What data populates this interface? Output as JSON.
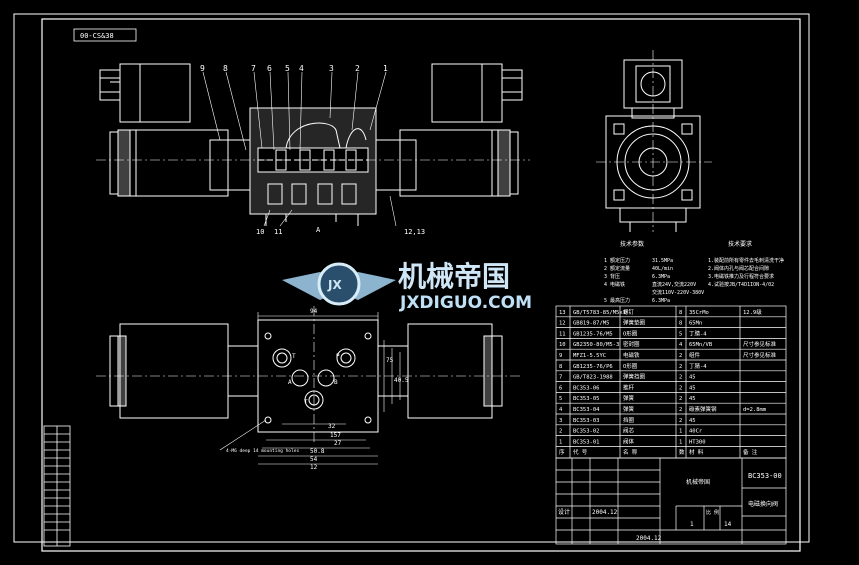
{
  "drawing_code_tag": "00-CS&38",
  "balloons": [
    "9",
    "8",
    "7",
    "6",
    "5",
    "4",
    "3",
    "2",
    "1"
  ],
  "lower_callouts": [
    "10",
    "11",
    "12,13"
  ],
  "section_mark": "A",
  "dims_plan": {
    "top": "94",
    "d1": "32",
    "d2": "75",
    "d3": "157",
    "d4": "27",
    "d5": "40.5",
    "d6": "50.8",
    "d7": "54",
    "d8": "12"
  },
  "port_labels": [
    "T",
    "P",
    "A",
    "B",
    "T"
  ],
  "tech_note": "4-M6 deep 14 mounting holes",
  "tech_req": {
    "headers": [
      "技术参数",
      "技术要求"
    ],
    "params": [
      {
        "k": "1 额定压力",
        "v": "31.5MPa"
      },
      {
        "k": "2 额定流量",
        "v": "40L/min"
      },
      {
        "k": "3 背压",
        "v": "6.3MPa"
      },
      {
        "k": "4 电磁铁",
        "v": "直流24V,交流220V"
      },
      {
        "k": "",
        "v": "交流110V-220V-380V"
      },
      {
        "k": "5 最高压力",
        "v": "6.3MPa"
      }
    ],
    "reqs": [
      "1.装配前所有零件去毛刺清洗干净",
      "2.阀体内孔与阀芯配合间隙",
      "3.电磁铁推力及行程符合要求",
      "4.试验按JB/T4D1ION-4/02"
    ]
  },
  "watermark": {
    "cn": "机械帝国",
    "en": "JXDIGUO.COM",
    "badge": "JX"
  },
  "bom": {
    "rows": [
      {
        "no": "13",
        "code": "GB/T5783-85/M5x1",
        "name": "螺钉",
        "qty": "8",
        "mat": "35CrMo",
        "note": "12.9级"
      },
      {
        "no": "12",
        "code": "GB819-87/M5",
        "name": "弹簧垫圈",
        "qty": "8",
        "mat": "65Mn",
        "note": ""
      },
      {
        "no": "11",
        "code": "GB1235-76/M5",
        "name": "O形圈",
        "qty": "5",
        "mat": "丁腈-4",
        "note": ""
      },
      {
        "no": "10",
        "code": "GB2350-80/M5-3",
        "name": "密封圈",
        "qty": "4",
        "mat": "65Mn/VB",
        "note": "尺寸参见标准"
      },
      {
        "no": "9",
        "code": "MFZ1-5.5YC",
        "name": "电磁铁",
        "qty": "2",
        "mat": "组件",
        "note": "尺寸参见标准"
      },
      {
        "no": "8",
        "code": "GB1235-76/P6",
        "name": "O形圈",
        "qty": "2",
        "mat": "丁腈-4",
        "note": ""
      },
      {
        "no": "7",
        "code": "GB/T823-1988",
        "name": "弹簧挡圈",
        "qty": "2",
        "mat": "45",
        "note": ""
      },
      {
        "no": "6",
        "code": "BC353-06",
        "name": "推杆",
        "qty": "2",
        "mat": "45",
        "note": ""
      },
      {
        "no": "5",
        "code": "BC353-05",
        "name": "弹簧",
        "qty": "2",
        "mat": "45",
        "note": ""
      },
      {
        "no": "4",
        "code": "BC353-04",
        "name": "弹簧",
        "qty": "2",
        "mat": "碳素弹簧钢",
        "note": "d=2.8mm"
      },
      {
        "no": "3",
        "code": "BC353-03",
        "name": "挡圈",
        "qty": "2",
        "mat": "45",
        "note": ""
      },
      {
        "no": "2",
        "code": "BC353-02",
        "name": "阀芯",
        "qty": "1",
        "mat": "40Cr",
        "note": ""
      },
      {
        "no": "1",
        "code": "BC353-01",
        "name": "阀体",
        "qty": "1",
        "mat": "HT300",
        "note": ""
      }
    ],
    "header": {
      "no": "序",
      "code": "代 号",
      "name": "名 称",
      "qty": "数",
      "mat": "材 料",
      "note": "备 注"
    }
  },
  "title_block": {
    "drawing_no": "BC353-00",
    "name": "电磁换向阀",
    "design_label": "设计",
    "date1": "2004.12",
    "date2": "2004.12",
    "sheet": "1",
    "sheets": "14",
    "scale_label": "比 例",
    "company": "机械帝国"
  }
}
